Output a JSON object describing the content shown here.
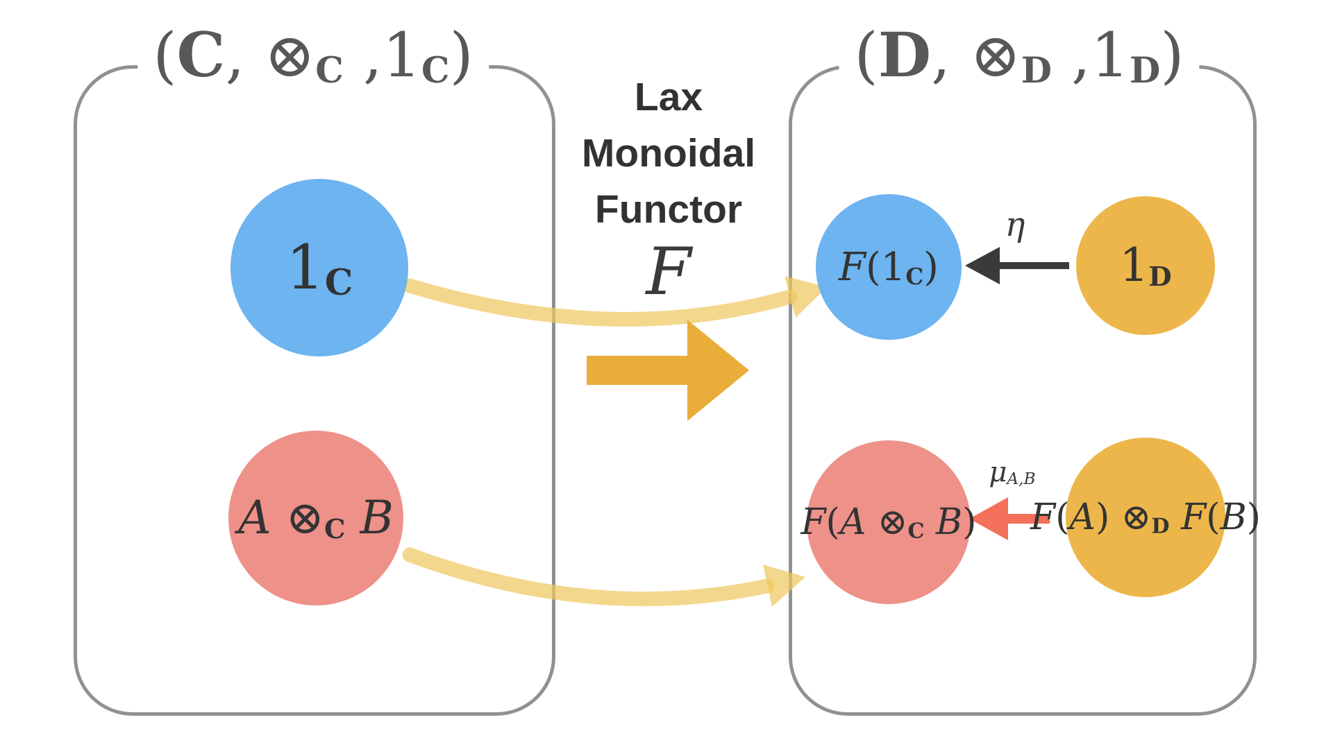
{
  "colors": {
    "blue_circle": "#6db4f0",
    "red_circle": "#ee9189",
    "gold_circle": "#ecb64a",
    "gold_arrow": "#e9ad3a",
    "pale_gold_arrow": "#eec860",
    "salmon_arrow": "#f3705b",
    "dark_arrow": "#3a3a3a",
    "box_border": "#919191",
    "title_text": "#58585a",
    "mid_text": "#323232"
  },
  "left_box": {
    "title": [
      {
        "t": "("
      },
      {
        "t": "C",
        "b": 1
      },
      {
        "t": ", "
      },
      {
        "t": "⊗"
      },
      {
        "t": "C",
        "b": 1,
        "sub": 1
      },
      {
        "t": " ,"
      },
      {
        "t": "1"
      },
      {
        "t": "C",
        "b": 1,
        "sub": 1
      },
      {
        "t": ")"
      }
    ],
    "circles": {
      "unit": {
        "label": [
          {
            "t": "1"
          },
          {
            "t": "C",
            "b": 1,
            "sub": 1
          }
        ]
      },
      "tensor": {
        "label": [
          {
            "t": "A",
            "i": 1
          },
          {
            "t": " ⊗"
          },
          {
            "t": "C",
            "b": 1,
            "sub": 1
          },
          {
            "t": " "
          },
          {
            "t": "B",
            "i": 1
          }
        ]
      }
    }
  },
  "middle": {
    "lines": [
      "Lax",
      "Monoidal",
      "Functor"
    ],
    "functor_symbol": [
      {
        "t": "F",
        "i": 1
      }
    ]
  },
  "right_box": {
    "title": [
      {
        "t": "("
      },
      {
        "t": "D",
        "b": 1
      },
      {
        "t": ", "
      },
      {
        "t": "⊗"
      },
      {
        "t": "D",
        "b": 1,
        "sub": 1
      },
      {
        "t": " ,"
      },
      {
        "t": "1"
      },
      {
        "t": "D",
        "b": 1,
        "sub": 1
      },
      {
        "t": ")"
      }
    ],
    "circles": {
      "f_unit": {
        "label": [
          {
            "t": "F",
            "i": 1
          },
          {
            "t": "(1"
          },
          {
            "t": "C",
            "b": 1,
            "sub": 1
          },
          {
            "t": ")"
          }
        ]
      },
      "unit_d": {
        "label": [
          {
            "t": "1"
          },
          {
            "t": "D",
            "b": 1,
            "sub": 1
          }
        ]
      },
      "f_tensor": {
        "label": [
          {
            "t": "F",
            "i": 1
          },
          {
            "t": "("
          },
          {
            "t": "A",
            "i": 1
          },
          {
            "t": " ⊗"
          },
          {
            "t": "C",
            "b": 1,
            "sub": 1
          },
          {
            "t": " "
          },
          {
            "t": "B",
            "i": 1
          },
          {
            "t": ")"
          }
        ]
      },
      "tensor_d": {
        "label": [
          {
            "t": "F",
            "i": 1
          },
          {
            "t": "("
          },
          {
            "t": "A",
            "i": 1
          },
          {
            "t": ") ⊗"
          },
          {
            "t": "D",
            "b": 1,
            "sub": 1
          },
          {
            "t": " "
          },
          {
            "t": "F",
            "i": 1
          },
          {
            "t": "("
          },
          {
            "t": "B",
            "i": 1
          },
          {
            "t": ")"
          }
        ]
      }
    },
    "morphisms": {
      "eta_label": [
        {
          "t": "η",
          "i": 1
        }
      ],
      "mu_label": [
        {
          "t": "μ",
          "i": 1
        },
        {
          "t": "A,B",
          "i": 1,
          "sub": 1
        }
      ]
    }
  }
}
